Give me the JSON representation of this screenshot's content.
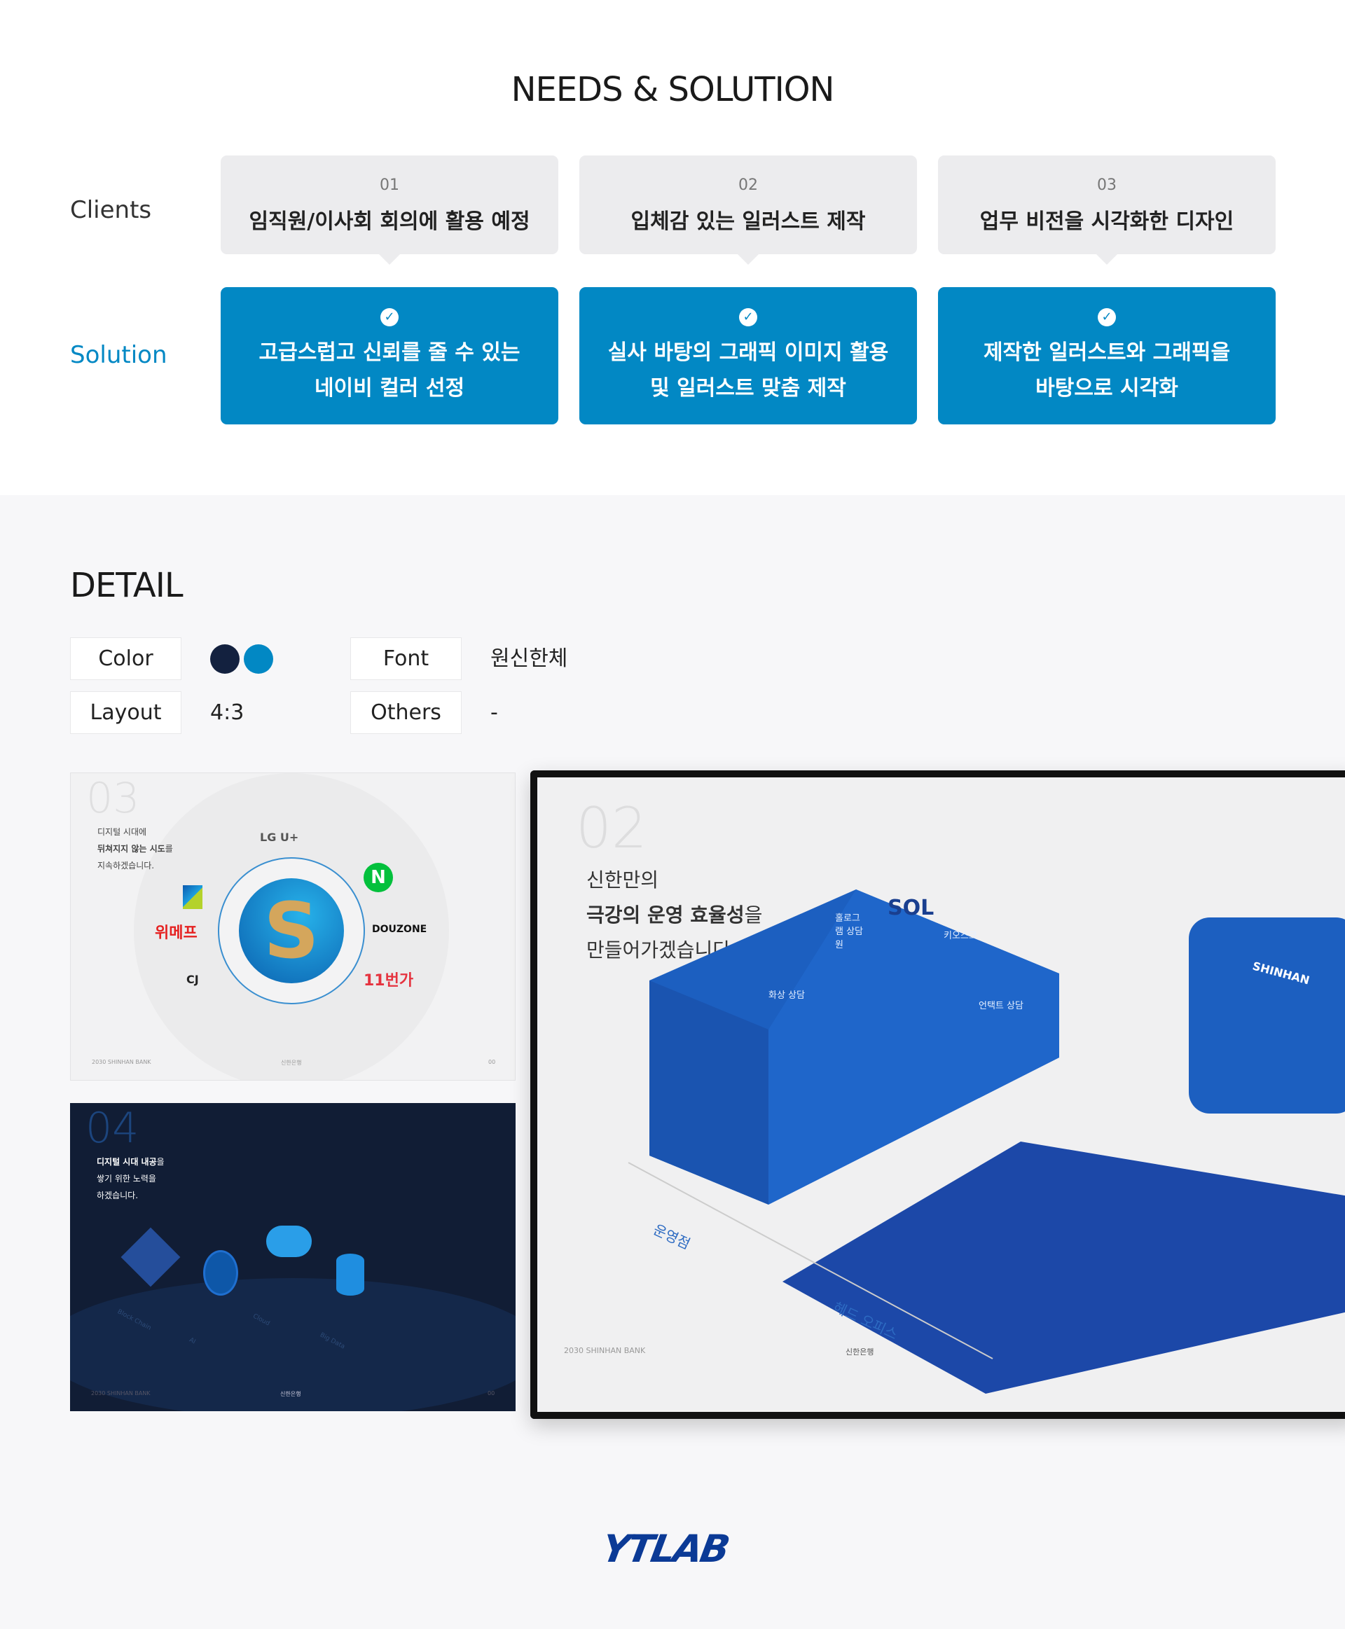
{
  "header": {
    "title": "NEEDS & SOLUTION"
  },
  "rows": {
    "clients_label": "Clients",
    "solution_label": "Solution"
  },
  "clients": [
    {
      "num": "01",
      "text": "임직원/이사회 회의에 활용 예정"
    },
    {
      "num": "02",
      "text": "입체감 있는 일러스트 제작"
    },
    {
      "num": "03",
      "text": "업무 비전을 시각화한 디자인"
    }
  ],
  "solutions": [
    {
      "line1": "고급스럽고 신뢰를 줄 수 있는",
      "line2": "네이비 컬러 선정"
    },
    {
      "line1": "실사 바탕의 그래픽 이미지 활용",
      "line2": "및 일러스트 맞춤 제작"
    },
    {
      "line1": "제작한 일러스트와 그래픽을",
      "line2": "바탕으로 시각화"
    }
  ],
  "detail": {
    "title": "DETAIL",
    "color_label": "Color",
    "colors": [
      "#13213f",
      "#0288c4"
    ],
    "layout_label": "Layout",
    "layout_value": "4:3",
    "font_label": "Font",
    "font_value": "원신한체",
    "others_label": "Others",
    "others_value": "-"
  },
  "slide1": {
    "num": "03",
    "line1": "디지털 시대에",
    "line2_bold": "뒤쳐지지 않는 시도",
    "line2_rest": "를",
    "line3": "지속하겠습니다.",
    "logos": [
      "LG U+",
      "N",
      "위메프",
      "DOUZONE",
      "CJ",
      "11번가"
    ],
    "footer_left": "2030 SHINHAN BANK",
    "footer_center": "신한은행",
    "footer_right": "00"
  },
  "slide2": {
    "num": "04",
    "line1_bold": "디지털 시대 내공",
    "line1_rest": "을",
    "line2": "쌓기 위한 노력을",
    "line3": "하겠습니다.",
    "items": [
      "Block Chain",
      "AI",
      "Cloud",
      "Big Data"
    ],
    "footer_left": "2030 SHINHAN BANK",
    "footer_center": "신한은행",
    "footer_right": "00"
  },
  "slide3": {
    "num": "02",
    "line1": "신한만의",
    "line2_bold": "극강의 운영 효율성",
    "line2_rest": "을",
    "line3": "만들어가겠습니다.",
    "labels": [
      "홀로그램 상담원",
      "키오스크",
      "화상 상담",
      "언택트 상담",
      "운영점",
      "헤드 오피스",
      "SHINHAN",
      "SOL"
    ],
    "footer_left": "2030 SHINHAN BANK",
    "footer_center": "신한은행"
  },
  "footer": {
    "brand": "YTLAB"
  }
}
